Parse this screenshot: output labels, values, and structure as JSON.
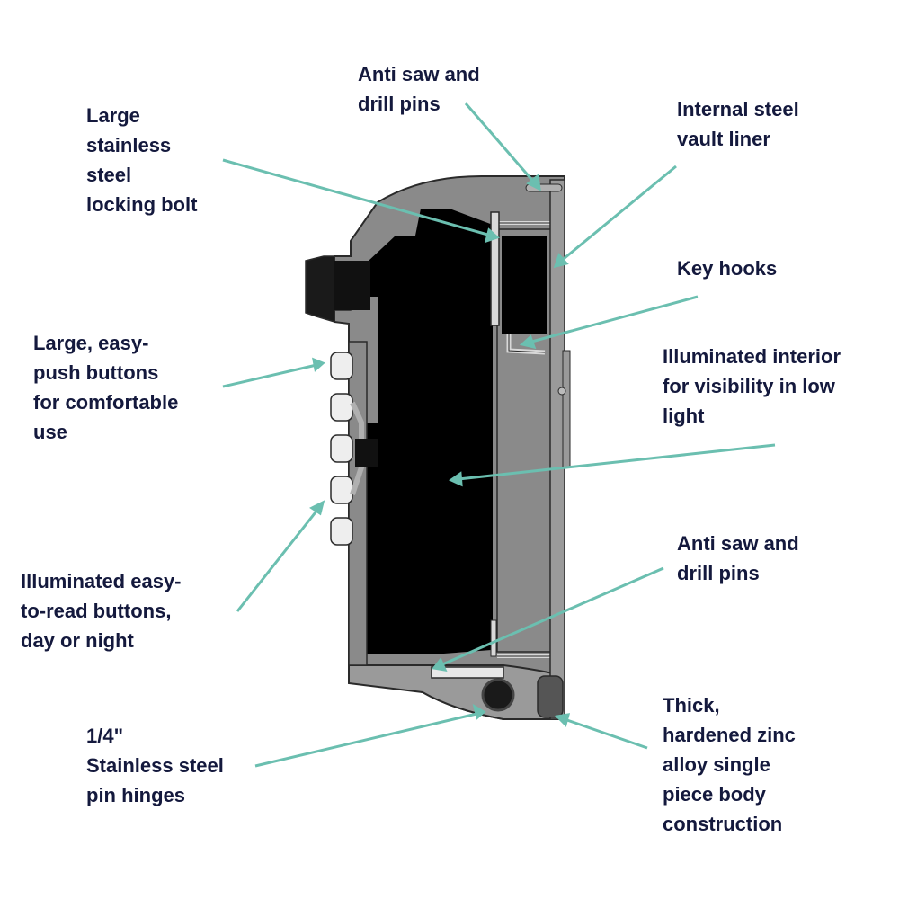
{
  "colors": {
    "label_text": "#14193d",
    "leader_line": "#6bbfb0",
    "body_gray": "#8a8a8a",
    "body_dark": "#000000",
    "outline": "#2a2a2a",
    "steel_light": "#d9d9d9"
  },
  "callouts": {
    "anti_saw_top": [
      "Anti saw and",
      "drill pins"
    ],
    "locking_bolt": [
      "Large",
      "stainless",
      "steel",
      "locking bolt"
    ],
    "vault_liner": [
      "Internal steel",
      "vault liner"
    ],
    "key_hooks": [
      "Key hooks"
    ],
    "buttons_push": [
      "Large, easy-",
      "push buttons",
      "for comfortable",
      "use"
    ],
    "illuminated_interior": [
      "Illuminated interior",
      "for visibility in low",
      "light"
    ],
    "anti_saw_bottom": [
      "Anti saw and",
      "drill pins"
    ],
    "buttons_readable": [
      "Illuminated easy-",
      "to-read buttons,",
      "day or night"
    ],
    "pin_hinges": [
      "1/4\"",
      "Stainless steel",
      "pin hinges"
    ],
    "zinc_body": [
      "Thick,",
      "hardened zinc",
      "alloy single",
      "piece body",
      "construction"
    ]
  },
  "icons": {
    "lockbox": "lockbox-cross-section"
  }
}
